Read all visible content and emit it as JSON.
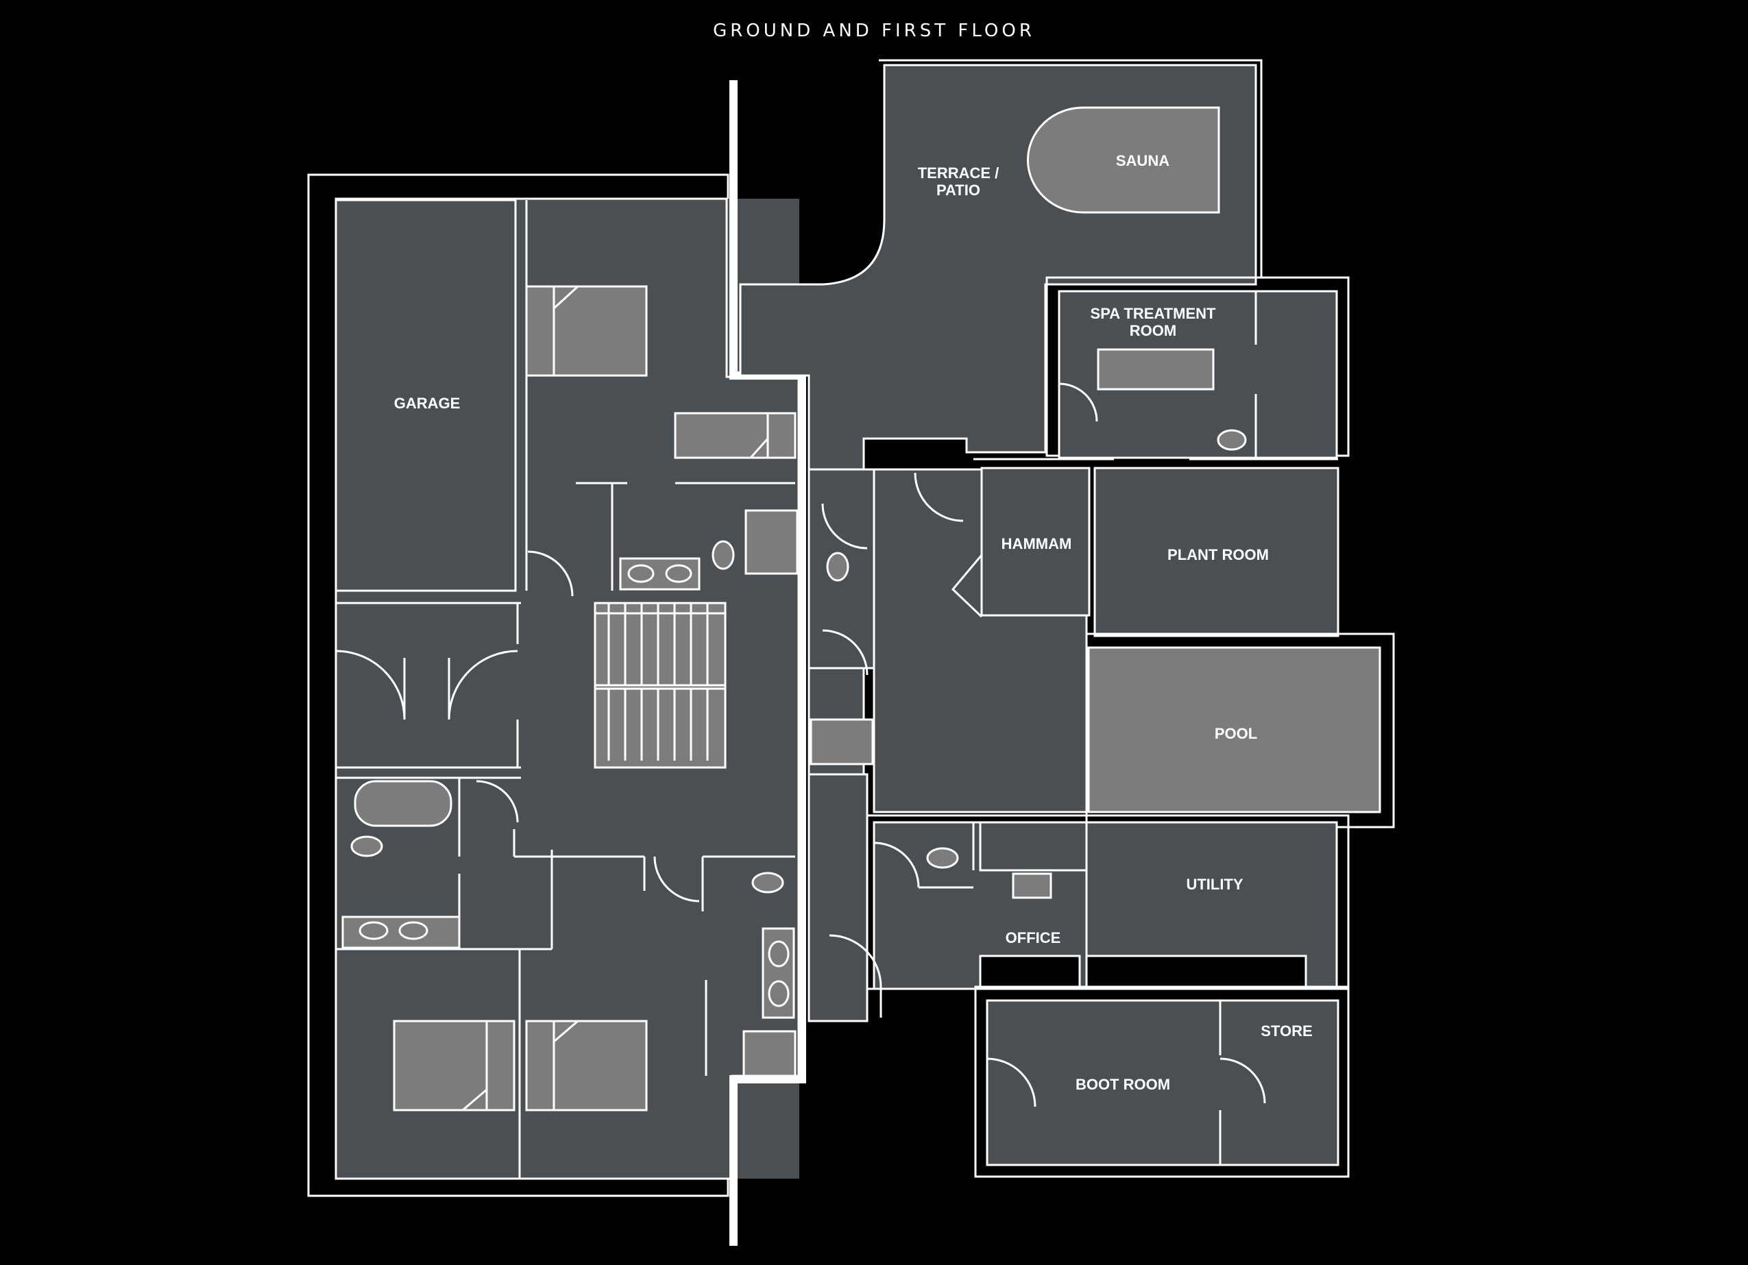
{
  "title": "GROUND AND FIRST FLOOR",
  "rooms": {
    "garage": "GARAGE",
    "terrace_line1": "TERRACE /",
    "terrace_line2": "PATIO",
    "sauna": "SAUNA",
    "spa_line1": "SPA TREATMENT",
    "spa_line2": "ROOM",
    "hammam": "HAMMAM",
    "plant_room": "PLANT ROOM",
    "pool": "POOL",
    "utility": "UTILITY",
    "office": "OFFICE",
    "store": "STORE",
    "boot_room": "BOOT ROOM"
  }
}
